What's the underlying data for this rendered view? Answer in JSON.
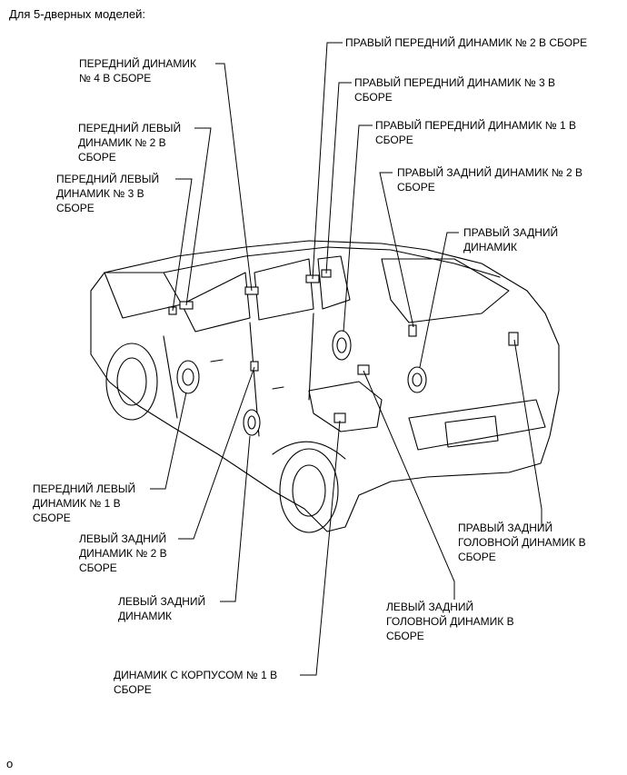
{
  "heading": "Для 5-дверных моделей:",
  "footer": "o",
  "labels": {
    "front_4": "ПЕРЕДНИЙ ДИНАМИК\n№ 4 В СБОРЕ",
    "front_left_2": "ПЕРЕДНИЙ ЛЕВЫЙ\nДИНАМИК № 2 В\nСБОРЕ",
    "front_left_3": "ПЕРЕДНИЙ ЛЕВЫЙ\nДИНАМИК № 3 В\nСБОРЕ",
    "front_left_1": "ПЕРЕДНИЙ ЛЕВЫЙ\nДИНАМИК № 1 В\nСБОРЕ",
    "rear_left_2": "ЛЕВЫЙ ЗАДНИЙ\nДИНАМИК № 2 В\nСБОРЕ",
    "rear_left": "ЛЕВЫЙ ЗАДНИЙ\nДИНАМИК",
    "box_1": "ДИНАМИК С КОРПУСОМ № 1 В\nСБОРЕ",
    "right_front_2": "ПРАВЫЙ ПЕРЕДНИЙ ДИНАМИК № 2 В СБОРЕ",
    "right_front_3": "ПРАВЫЙ ПЕРЕДНИЙ ДИНАМИК № 3 В\nСБОРЕ",
    "right_front_1": "ПРАВЫЙ ПЕРЕДНИЙ ДИНАМИК № 1 В\nСБОРЕ",
    "right_rear_2": "ПРАВЫЙ ЗАДНИЙ ДИНАМИК № 2 В\nСБОРЕ",
    "right_rear": "ПРАВЫЙ ЗАДНИЙ\nДИНАМИК",
    "right_rear_head": "ПРАВЫЙ ЗАДНИЙ\nГОЛОВНОЙ ДИНАМИК В\nСБОРЕ",
    "left_rear_head": "ЛЕВЫЙ ЗАДНИЙ\nГОЛОВНОЙ ДИНАМИК В\nСБОРЕ"
  }
}
